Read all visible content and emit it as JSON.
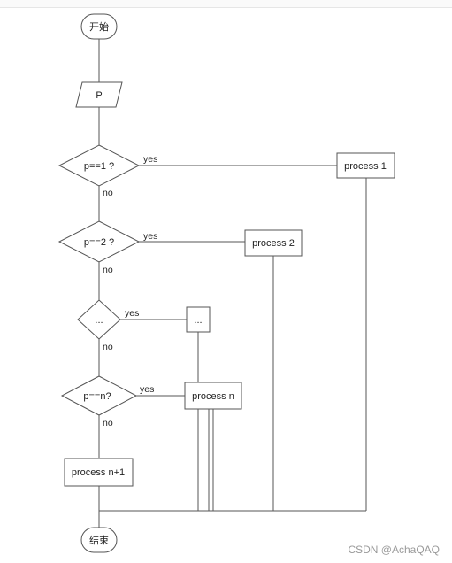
{
  "flowchart": {
    "start": "开始",
    "input": "P",
    "decision1": "p==1 ?",
    "decision2": "p==2 ?",
    "decision3": "...",
    "decision4": "p==n?",
    "process1": "process 1",
    "process2": "process 2",
    "process3": "...",
    "process_n": "process n",
    "process_n1": "process n+1",
    "end": "结束",
    "yes": "yes",
    "no": "no"
  },
  "watermark": "CSDN @AchaQAQ"
}
